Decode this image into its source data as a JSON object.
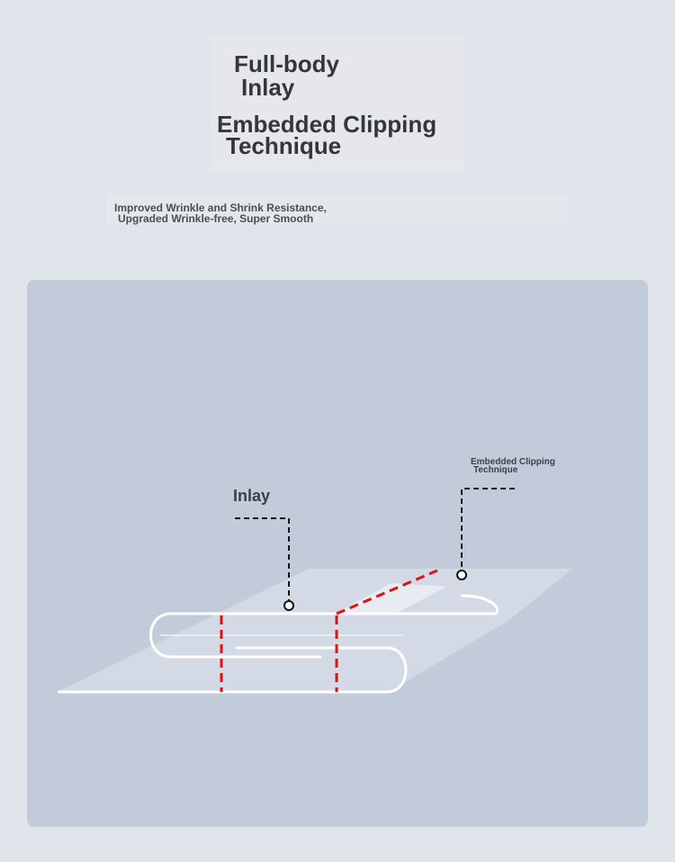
{
  "header": {
    "title_line1": "Full-body",
    "title_line2": "Inlay",
    "title_line3": "Embedded Clipping",
    "title_line4": "Technique"
  },
  "subtitle": {
    "line1": "Improved Wrinkle and Shrink Resistance,",
    "line2": "Upgraded Wrinkle-free, Super Smooth"
  },
  "diagram": {
    "label_inlay": "Inlay",
    "label_clipping_line1": "Embedded Clipping",
    "label_clipping_line2": "Technique"
  },
  "colors": {
    "background": "#e0e5ec",
    "panel": "#c2cbd9",
    "stitch_accent": "#e01010",
    "callout_line": "#111111"
  }
}
